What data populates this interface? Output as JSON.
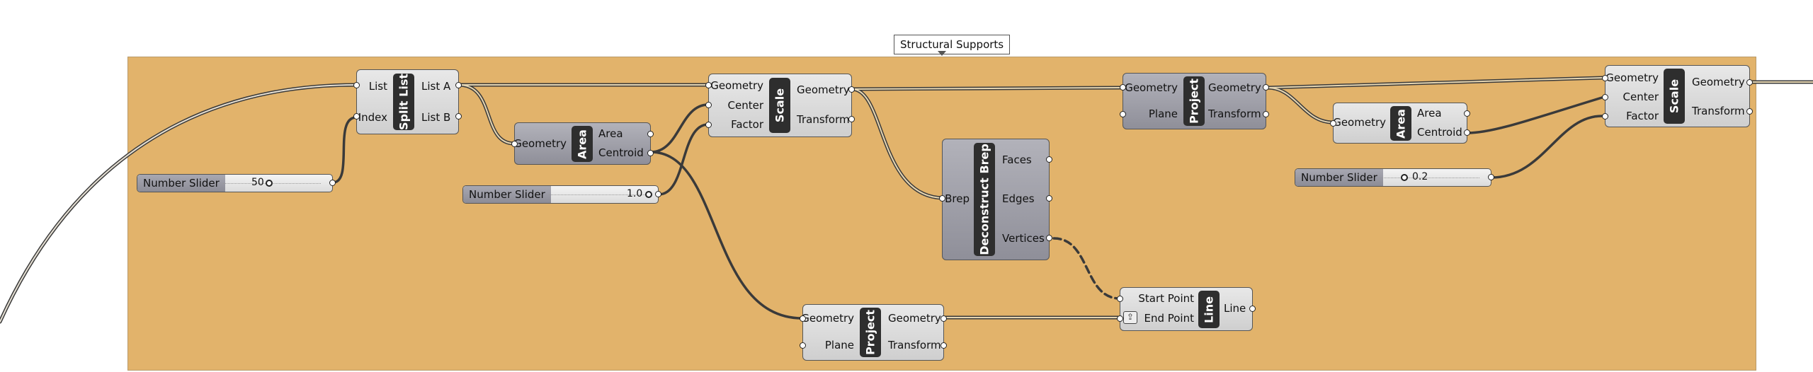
{
  "group": {
    "label": "Structural Supports",
    "color": "#e2b36b"
  },
  "components": {
    "split_list": {
      "title": "Split List",
      "inputs": [
        "List",
        "Index"
      ],
      "outputs": [
        "List A",
        "List B"
      ]
    },
    "area1": {
      "title": "Area",
      "inputs": [
        "Geometry"
      ],
      "outputs": [
        "Area",
        "Centroid"
      ]
    },
    "scale1": {
      "title": "Scale",
      "inputs": [
        "Geometry",
        "Center",
        "Factor"
      ],
      "outputs": [
        "Geometry",
        "Transform"
      ]
    },
    "deconstruct": {
      "title": "Deconstruct Brep",
      "inputs": [
        "Brep"
      ],
      "outputs": [
        "Faces",
        "Edges",
        "Vertices"
      ]
    },
    "project1": {
      "title": "Project",
      "inputs": [
        "Geometry",
        "Plane"
      ],
      "outputs": [
        "Geometry",
        "Transform"
      ]
    },
    "project2": {
      "title": "Project",
      "inputs": [
        "Geometry",
        "Plane"
      ],
      "outputs": [
        "Geometry",
        "Transform"
      ]
    },
    "area2": {
      "title": "Area",
      "inputs": [
        "Geometry"
      ],
      "outputs": [
        "Area",
        "Centroid"
      ]
    },
    "scale2": {
      "title": "Scale",
      "inputs": [
        "Geometry",
        "Center",
        "Factor"
      ],
      "outputs": [
        "Geometry",
        "Transform"
      ]
    },
    "line": {
      "title": "Line",
      "inputs": [
        "Start Point",
        "End Point"
      ],
      "outputs": [
        "Line"
      ]
    }
  },
  "sliders": {
    "s1": {
      "label": "Number Slider",
      "value": "50"
    },
    "s2": {
      "label": "Number Slider",
      "value": "1.0"
    },
    "s3": {
      "label": "Number Slider",
      "value": "0.2"
    }
  },
  "colors": {
    "wire": "#3a3a3a",
    "wire_inner": "#d9c9a8",
    "component_dark": "#2e2e2e"
  }
}
